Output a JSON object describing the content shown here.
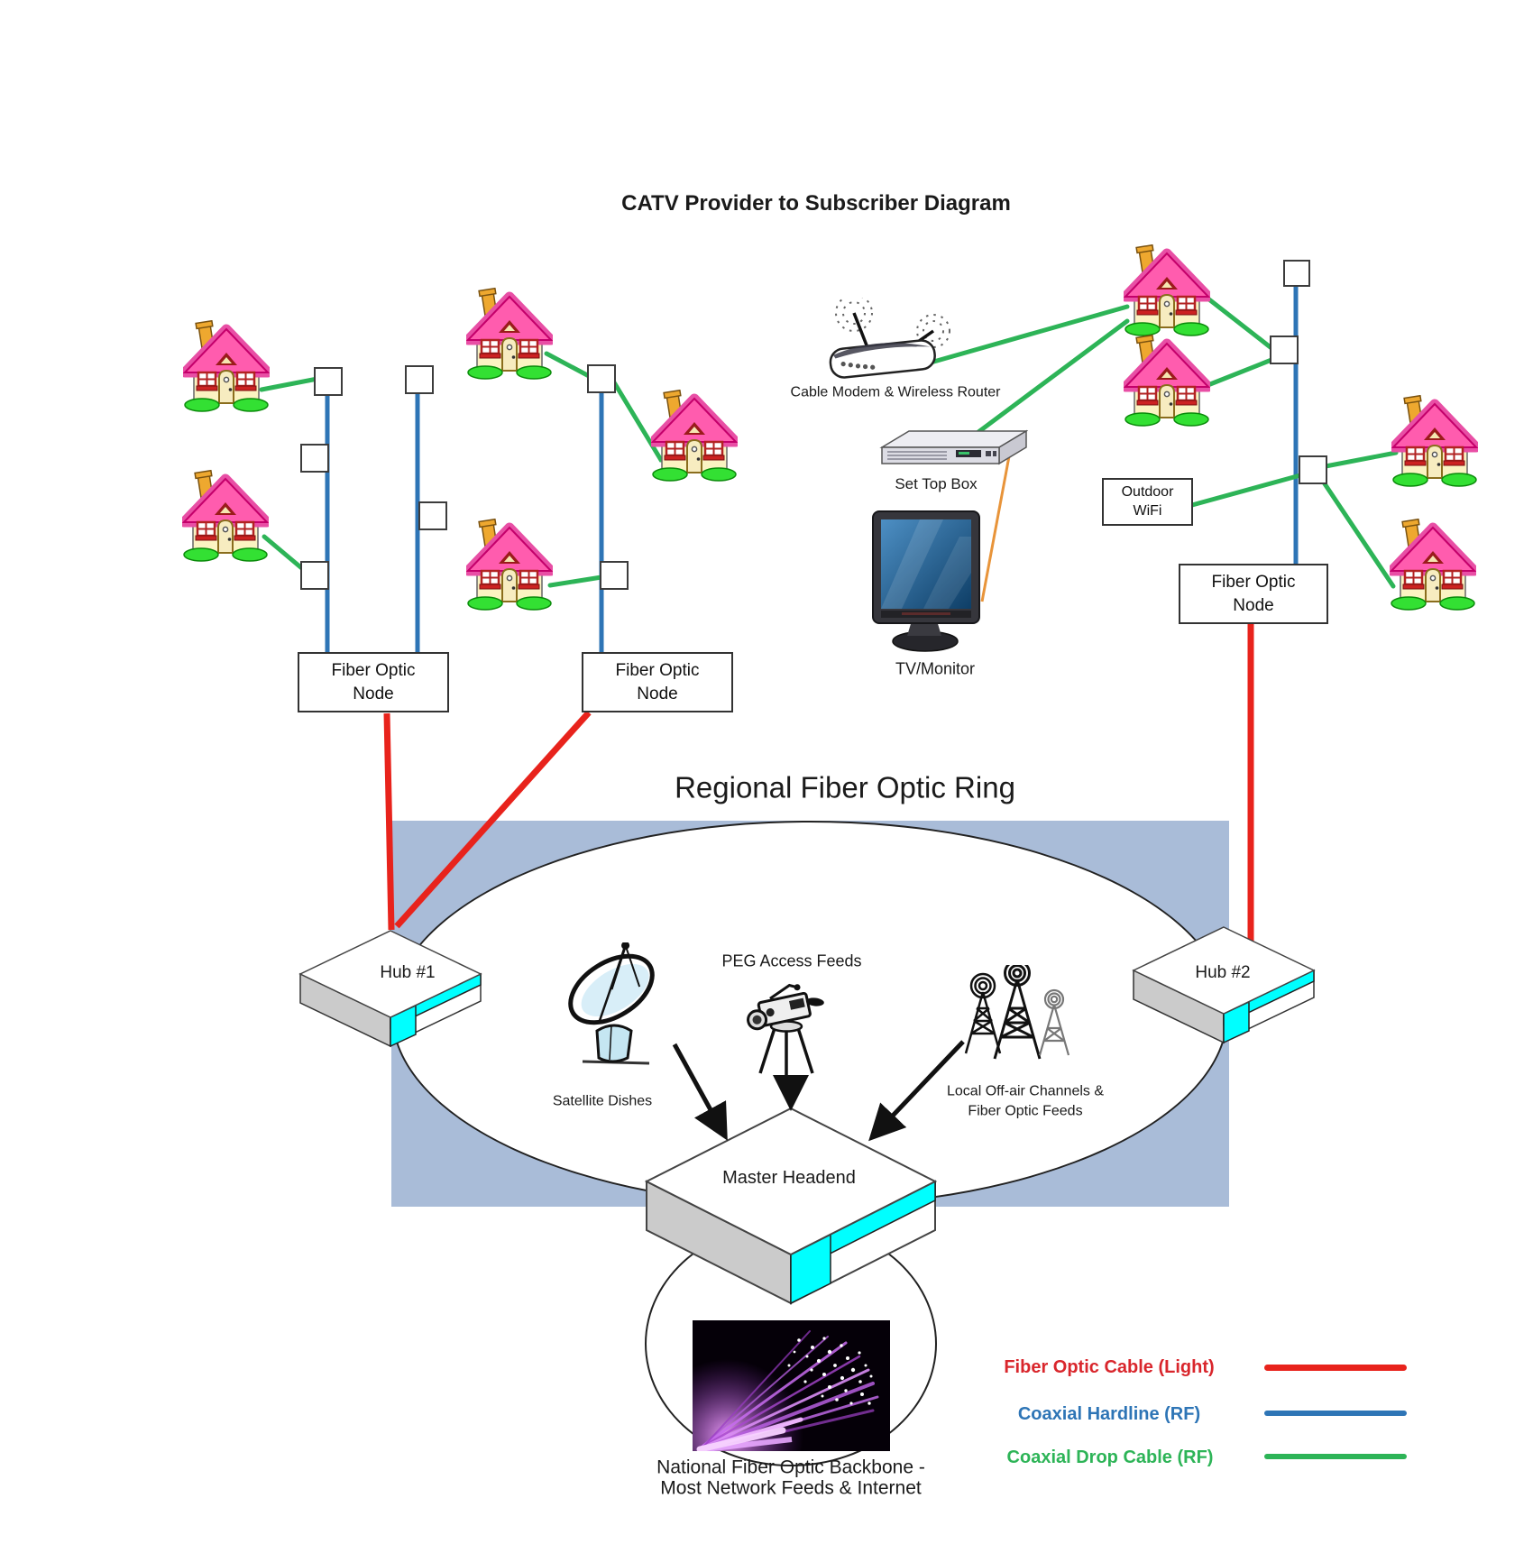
{
  "title": "CATV Provider to Subscriber Diagram",
  "devices": {
    "cable_modem": "Cable Modem & Wireless Router",
    "set_top_box": "Set Top Box",
    "tv_monitor": "TV/Monitor",
    "outdoor_wifi": [
      "Outdoor",
      "WiFi"
    ]
  },
  "fiber_node": [
    "Fiber Optic",
    "Node"
  ],
  "ring": {
    "title": "Regional Fiber Optic Ring",
    "hub1": "Hub #1",
    "hub2": "Hub #2",
    "satellite_label": "Satellite Dishes",
    "peg_label": "PEG Access Feeds",
    "local_label": [
      "Local Off-air Channels &",
      "Fiber Optic Feeds"
    ],
    "master_headend": "Master Headend"
  },
  "backbone": {
    "caption": [
      "National Fiber Optic Backbone -",
      "Most Network Feeds & Internet"
    ]
  },
  "legend": {
    "items": [
      {
        "label": "Fiber Optic Cable (Light)",
        "color": "#D9262C"
      },
      {
        "label": "Coaxial Hardline (RF)",
        "color": "#2E75B6"
      },
      {
        "label": "Coaxial Drop Cable (RF)",
        "color": "#2DB457"
      }
    ]
  },
  "colors": {
    "fiber_optic_cable": "#E8231C",
    "coaxial_hardline": "#2E75B6",
    "coaxial_drop": "#2DB457",
    "ring_band": "#A9BCD8",
    "hub_accent": "#00FFFF"
  }
}
